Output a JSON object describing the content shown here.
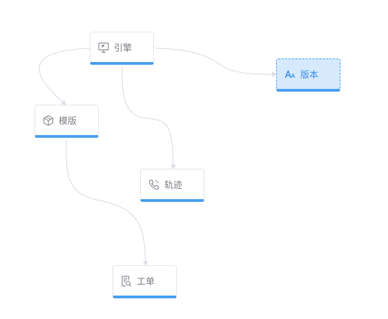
{
  "nodes": {
    "engine": {
      "label": "引擎",
      "icon": "monitor-icon"
    },
    "version": {
      "label": "版本",
      "icon": "font-size-icon",
      "selected": true
    },
    "template": {
      "label": "模版",
      "icon": "cube-icon"
    },
    "track": {
      "label": "轨迹",
      "icon": "phone-icon"
    },
    "ticket": {
      "label": "工单",
      "icon": "document-search-icon"
    }
  },
  "edges": [
    {
      "from": "engine",
      "to": "version"
    },
    {
      "from": "engine",
      "to": "template"
    },
    {
      "from": "engine",
      "to": "track"
    },
    {
      "from": "template",
      "to": "ticket"
    }
  ],
  "colors": {
    "accent": "#4a9ff0",
    "edge": "#dcdfe6",
    "selected_bg": "#d6e9fd",
    "text": "#7a7e86"
  }
}
